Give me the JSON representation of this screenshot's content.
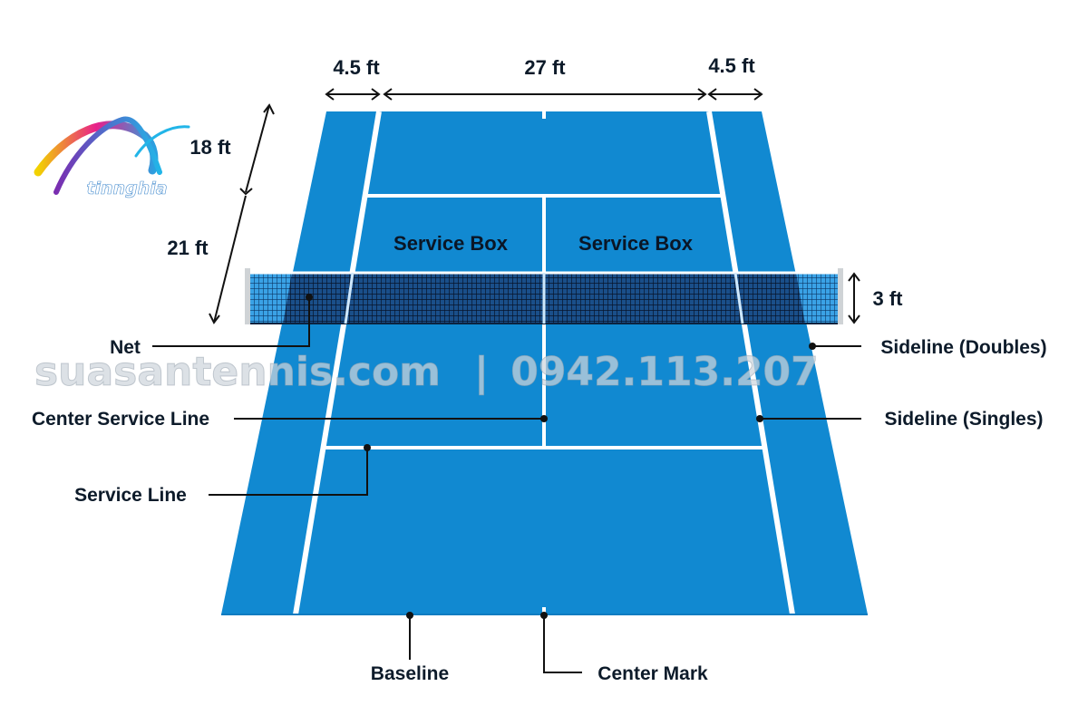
{
  "dimensions": {
    "alley_left": "4.5 ft",
    "singles_width": "27 ft",
    "alley_right": "4.5 ft",
    "backcourt_depth": "18 ft",
    "service_depth": "21 ft",
    "net_height": "3 ft"
  },
  "regions": {
    "service_box_left": "Service Box",
    "service_box_right": "Service Box"
  },
  "callouts": {
    "net": "Net",
    "center_service_line": "Center Service Line",
    "service_line": "Service Line",
    "baseline": "Baseline",
    "center_mark": "Center Mark",
    "sideline_doubles": "Sideline (Doubles)",
    "sideline_singles": "Sideline (Singles)"
  },
  "watermark": {
    "site": "suasantennis.com",
    "separator": "|",
    "phone": "0942.113.207"
  },
  "logo": {
    "wordmark": "tinnghia"
  },
  "colors": {
    "court_blue": "#1189d1",
    "line_white": "#ffffff",
    "net_mesh": "#0b1f3a",
    "net_light": "#3aa2e6",
    "leader": "#111111"
  }
}
